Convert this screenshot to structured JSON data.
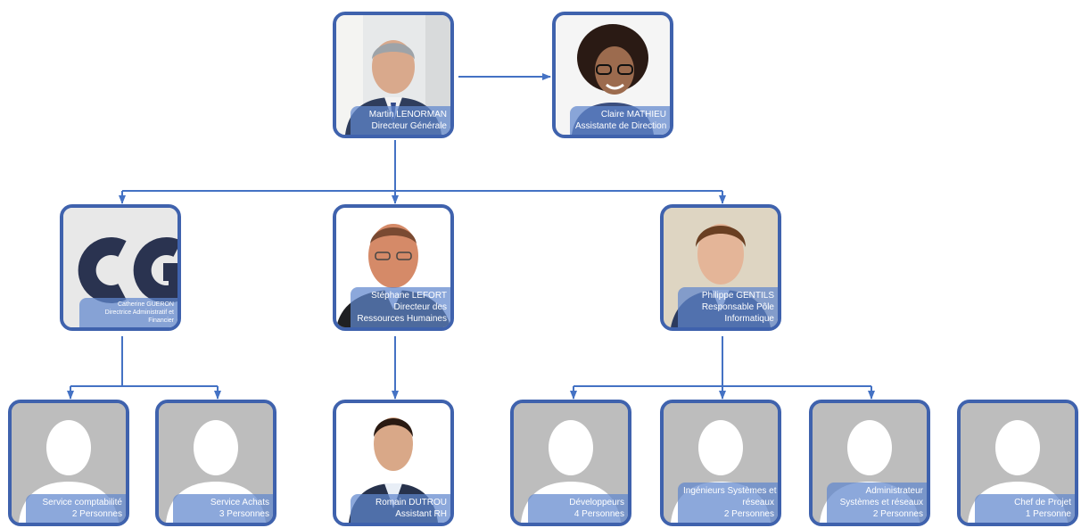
{
  "colors": {
    "border": "#3f62ad",
    "connector": "#4472c4",
    "caption_bg": "#5f87cd",
    "placeholder_bg": "#bdbdbd"
  },
  "people": {
    "director": {
      "name": "Martin LENORMAN",
      "title": "Directeur Générale",
      "icon": "portrait-photo"
    },
    "assistant_direction": {
      "name": "Claire MATHIEU",
      "title": "Assistante de Direction",
      "icon": "portrait-photo"
    },
    "daf": {
      "logo": "CG",
      "name": "Catherine GUERON",
      "title": "Directrice Administratif et Financier",
      "icon": "cg-logo"
    },
    "drh": {
      "name": "Stéphane LEFORT",
      "title_line1": "Directeur des",
      "title_line2": "Ressources Humaines",
      "icon": "portrait-photo"
    },
    "it_lead": {
      "name": "Philippe GENTILS",
      "title_line1": "Responsable Pôle",
      "title_line2": "Informatique",
      "icon": "portrait-photo"
    },
    "rh_assistant": {
      "name": "Romain DUTROU",
      "title": "Assistant RH",
      "icon": "portrait-photo"
    }
  },
  "teams": {
    "comptabilite": {
      "name": "Service comptabilité",
      "count": "2 Personnes",
      "icon": "person-placeholder-icon"
    },
    "achats": {
      "name": "Service Achats",
      "count": "3 Personnes",
      "icon": "person-placeholder-icon"
    },
    "dev": {
      "name": "Développeurs",
      "count": "4 Personnes",
      "icon": "person-placeholder-icon"
    },
    "ing_sys": {
      "name_line1": "Ingénieurs Systèmes et",
      "name_line2": "réseaux",
      "count": "2 Personnes",
      "icon": "person-placeholder-icon"
    },
    "admin_sys": {
      "name_line1": "Administrateur",
      "name_line2": "Systèmes et réseaux",
      "count": "2 Personnes",
      "icon": "person-placeholder-icon"
    },
    "chef_projet": {
      "name": "Chef de Projet",
      "count": "1 Personne",
      "icon": "person-placeholder-icon"
    }
  }
}
